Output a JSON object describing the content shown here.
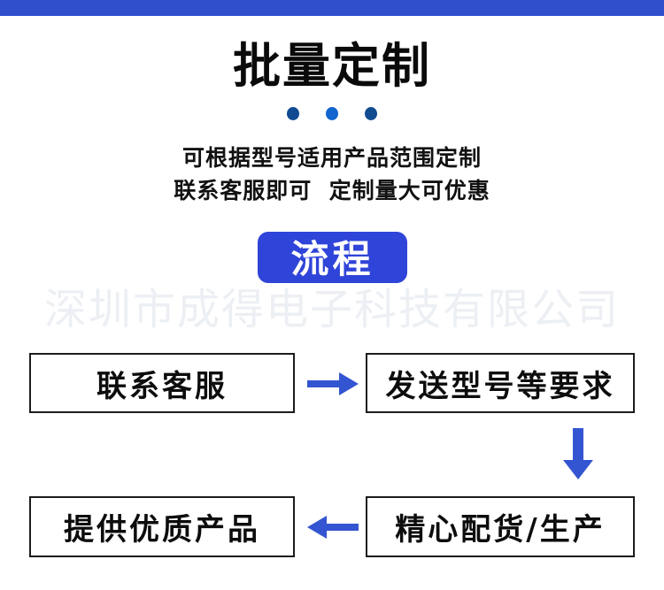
{
  "header": {
    "bar_color": "#2f4fcd",
    "title": "批量定制",
    "dots": [
      {
        "name": "dot-left",
        "color": "#0f4a92"
      },
      {
        "name": "dot-middle",
        "color": "#1065cf"
      },
      {
        "name": "dot-right",
        "color": "#114b90"
      }
    ],
    "subtitle_line_1": "可根据型号适用产品范围定制",
    "subtitle_line_2": "联系客服即可  定制量大可优惠"
  },
  "badge": {
    "label": "流程",
    "bg_color": "#2f44d8",
    "text_color": "#ffffff"
  },
  "watermark": {
    "text": "深圳市成得电子科技有限公司",
    "color": "#eceff3"
  },
  "flow": {
    "arrow_color": "#3455d1",
    "steps": [
      {
        "id": "contact",
        "label": "联系客服"
      },
      {
        "id": "send",
        "label": "发送型号等要求"
      },
      {
        "id": "produce",
        "label": "精心配货/生产"
      },
      {
        "id": "deliver",
        "label": "提供优质产品"
      }
    ],
    "arrows": [
      {
        "id": "arrow-right",
        "direction": "right"
      },
      {
        "id": "arrow-down",
        "direction": "down"
      },
      {
        "id": "arrow-left",
        "direction": "left"
      }
    ]
  }
}
